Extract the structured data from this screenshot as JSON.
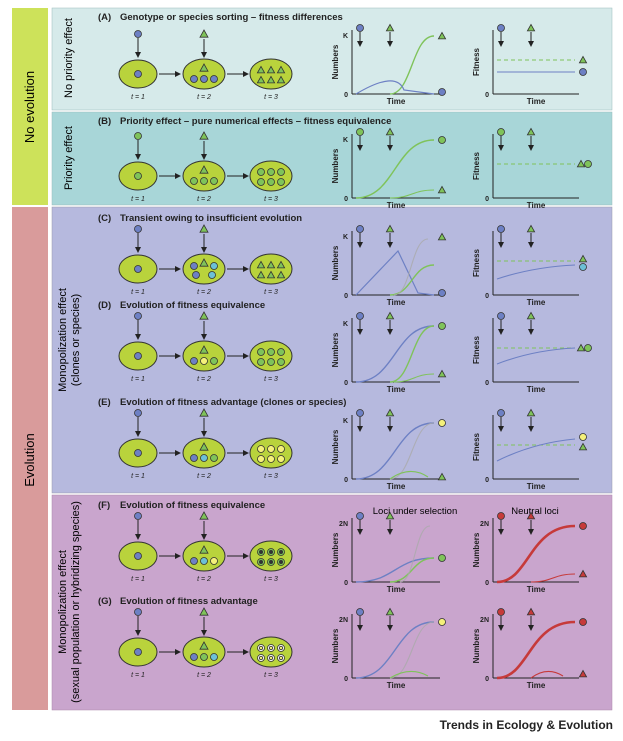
{
  "groups": {
    "no_evolution": "No evolution",
    "evolution": "Evolution"
  },
  "subgroups": {
    "no_priority": "No priority effect",
    "priority": "Priority effect",
    "monopolization_clones_1": "Monopolization effect",
    "monopolization_clones_2": "(clones or species)",
    "monopolization_sexual_1": "Monopolization effect",
    "monopolization_sexual_2": "(sexual population or hybridizing species)"
  },
  "panels": [
    {
      "letter": "(A)",
      "title": "Genotype or species sorting – fitness differences"
    },
    {
      "letter": "(B)",
      "title": "Priority effect – pure numerical effects – fitness equivalence"
    },
    {
      "letter": "(C)",
      "title": "Transient owing to insufficient evolution"
    },
    {
      "letter": "(D)",
      "title": "Evolution of fitness equivalence"
    },
    {
      "letter": "(E)",
      "title": "Evolution of fitness advantage (clones or species)"
    },
    {
      "letter": "(F)",
      "title": "Evolution of fitness equivalence"
    },
    {
      "letter": "(G)",
      "title": "Evolution of fitness advantage"
    }
  ],
  "time_labels": [
    "t = 1",
    "t = 2",
    "t = 3"
  ],
  "axes": {
    "numbers": "Numbers",
    "time": "Time",
    "fitness": "Fitness",
    "k": "K",
    "two_n": "2N",
    "zero": "0"
  },
  "column_headers": {
    "loci_under_selection": "Loci under selection",
    "neutral_loci": "Neutral loci"
  },
  "footer": "Trends in Ecology & Evolution",
  "colors": {
    "panel_teal": "#d6eaea",
    "panel_lavender": "#b6b9de",
    "panel_purple": "#c9a5cd",
    "group_lime": "#cde25a",
    "group_pink": "#d99b9b",
    "lime_cell": "#b9d33c",
    "blue_node": "#6d80c4",
    "green_node": "#7fc35a",
    "cyan_node": "#6cc0d6",
    "yellow_node": "#f4f07a",
    "red_node": "#c63a3a"
  }
}
